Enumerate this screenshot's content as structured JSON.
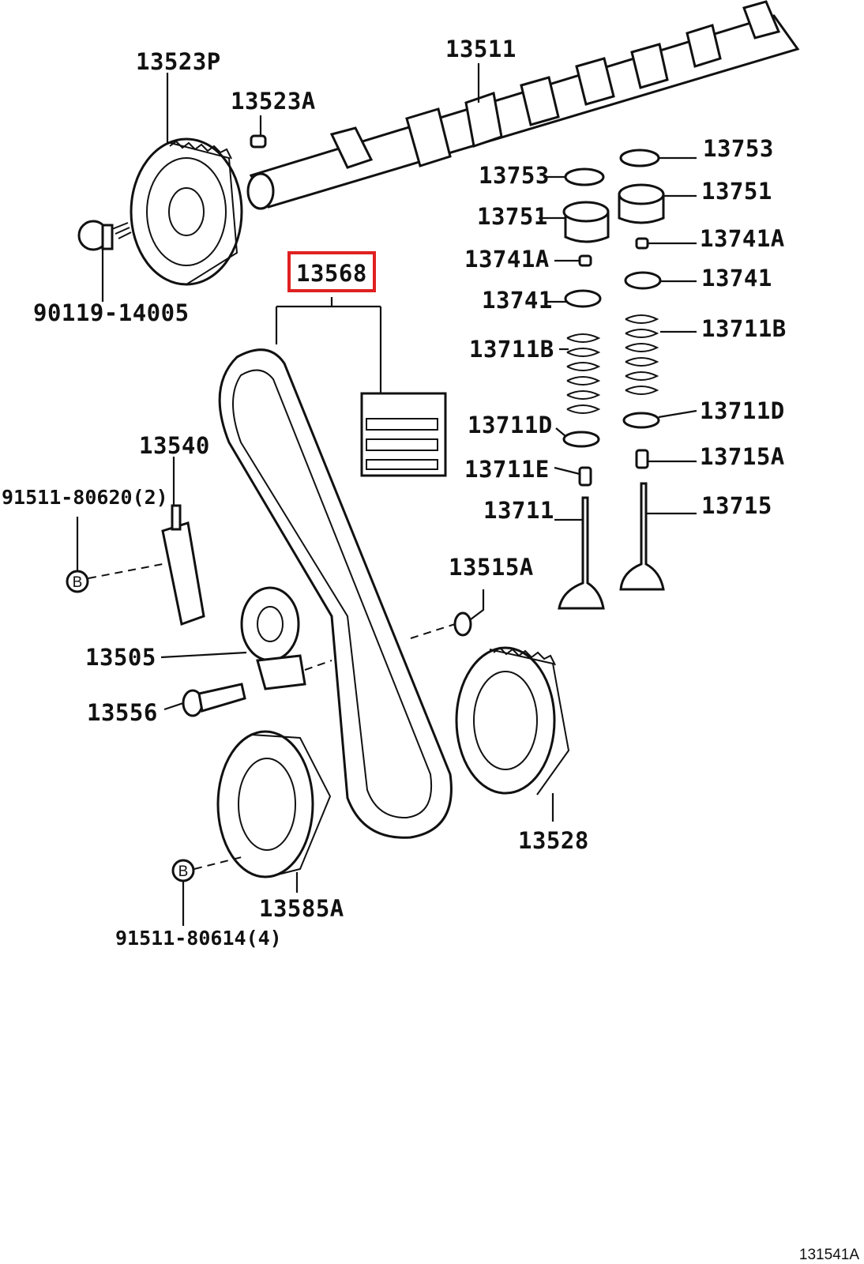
{
  "diagram": {
    "highlight_color": "#e02020",
    "figure_reference": "131541A",
    "callouts": {
      "p13523P": "13523P",
      "p13523A": "13523A",
      "p13511": "13511",
      "p13753_l": "13753",
      "p13753_r": "13753",
      "p13751_l": "13751",
      "p13751_r": "13751",
      "p13741A_l": "13741A",
      "p13741A_r": "13741A",
      "p13741_l": "13741",
      "p13741_r": "13741",
      "p13711B_l": "13711B",
      "p13711B_r": "13711B",
      "p13711D_l": "13711D",
      "p13711D_r": "13711D",
      "p13711E": "13711E",
      "p13715A": "13715A",
      "p13711": "13711",
      "p13715": "13715",
      "p13568": "13568",
      "p90119": "90119-14005",
      "p13540": "13540",
      "p91511_80620": "91511-80620(2)",
      "p13515A": "13515A",
      "p13505": "13505",
      "p13556": "13556",
      "p13528": "13528",
      "p13585A": "13585A",
      "p91511_80614": "91511-80614(4)"
    },
    "bolt_marker": "B"
  }
}
